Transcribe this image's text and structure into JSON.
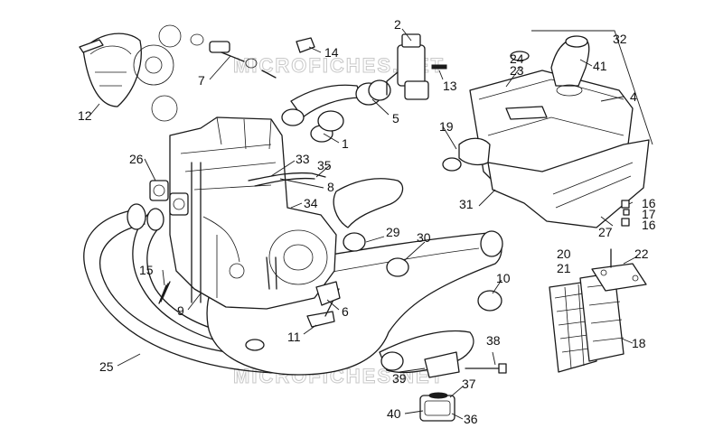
{
  "watermark": "MICROFICHES.NET",
  "callouts": [
    "1",
    "2",
    "4",
    "5",
    "6",
    "7",
    "8",
    "9",
    "10",
    "11",
    "12",
    "13",
    "14",
    "15",
    "16",
    "17",
    "16",
    "18",
    "19",
    "20",
    "21",
    "22",
    "23",
    "24",
    "25",
    "26",
    "27",
    "29",
    "30",
    "31",
    "32",
    "33",
    "34",
    "35",
    "36",
    "37",
    "38",
    "39",
    "40",
    "41"
  ]
}
